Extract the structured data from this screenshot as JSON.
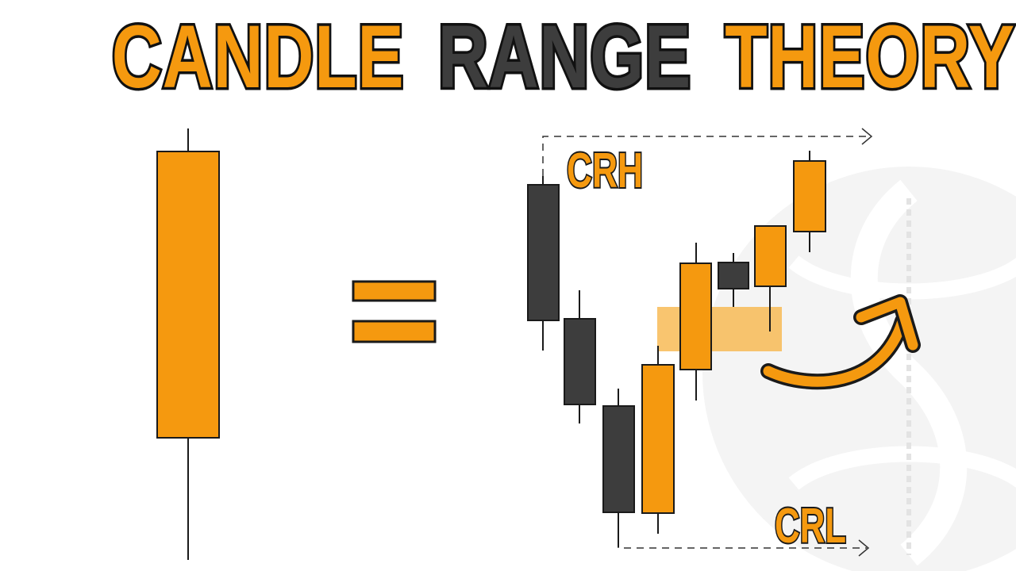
{
  "title": {
    "word1": "CANDLE",
    "word2": "RANGE",
    "word3": "THEORY"
  },
  "labels": {
    "high": "CRH",
    "low": "CRL"
  },
  "colors": {
    "orange": "#F5990F",
    "dark": "#3D3D3D",
    "outline": "#1A1A1A",
    "range_highlight": "#F8B64B",
    "watermark": "#F1F1F1"
  },
  "icons": {
    "equals": "equals-sign-icon",
    "arrow": "curved-arrow-icon",
    "watermark": "watermark-logo"
  },
  "candles": [
    {
      "name": "candle-1",
      "color": "dark"
    },
    {
      "name": "candle-2",
      "color": "dark"
    },
    {
      "name": "candle-3",
      "color": "dark"
    },
    {
      "name": "candle-4",
      "color": "orange"
    },
    {
      "name": "candle-5",
      "color": "orange"
    },
    {
      "name": "candle-6",
      "color": "dark"
    },
    {
      "name": "candle-7",
      "color": "orange"
    },
    {
      "name": "candle-8",
      "color": "orange"
    }
  ]
}
